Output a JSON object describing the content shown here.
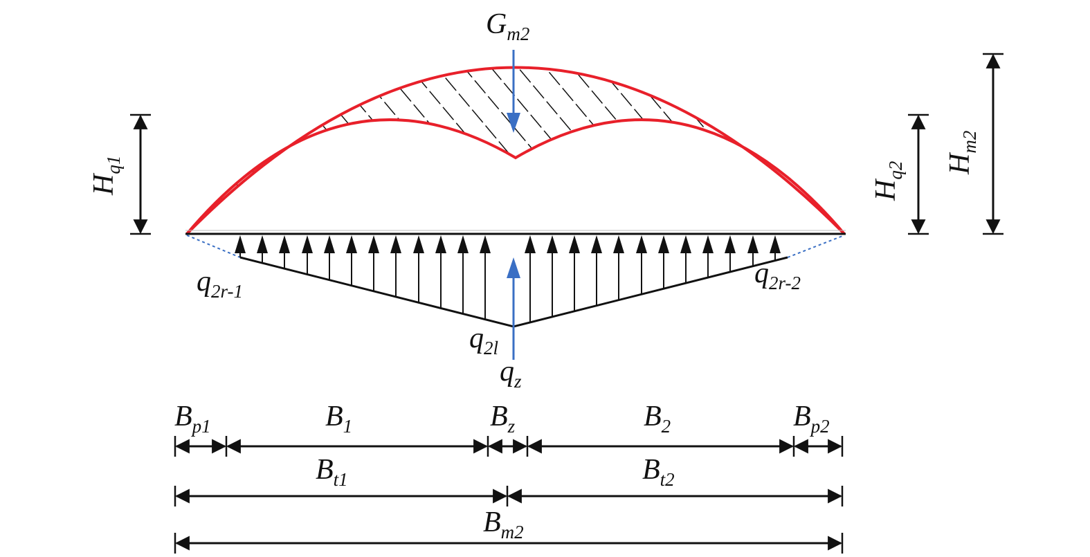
{
  "colors": {
    "arch": "#e8202a",
    "load_arrow": "#3a6fc4",
    "ink": "#111111",
    "dotted_edge": "#3a6fc4",
    "hatch": "#111111"
  },
  "labels": {
    "gm2": {
      "main": "G",
      "sub": "m2"
    },
    "hq1": {
      "main": "H",
      "sub": "q1"
    },
    "hq2": {
      "main": "H",
      "sub": "q2"
    },
    "hm2": {
      "main": "H",
      "sub": "m2"
    },
    "q2r1": {
      "main": "q",
      "sub": "2r-1"
    },
    "q2r2": {
      "main": "q",
      "sub": "2r-2"
    },
    "q2l": {
      "main": "q",
      "sub": "2l"
    },
    "qz": {
      "main": "q",
      "sub": "z"
    },
    "bp1": {
      "main": "B",
      "sub": "p1"
    },
    "b1": {
      "main": "B",
      "sub": "1"
    },
    "bz": {
      "main": "B",
      "sub": "z"
    },
    "b2": {
      "main": "B",
      "sub": "2"
    },
    "bp2": {
      "main": "B",
      "sub": "p2"
    },
    "bt1": {
      "main": "B",
      "sub": "t1"
    },
    "bt2": {
      "main": "B",
      "sub": "t2"
    },
    "bm2": {
      "main": "B",
      "sub": "m2"
    }
  }
}
